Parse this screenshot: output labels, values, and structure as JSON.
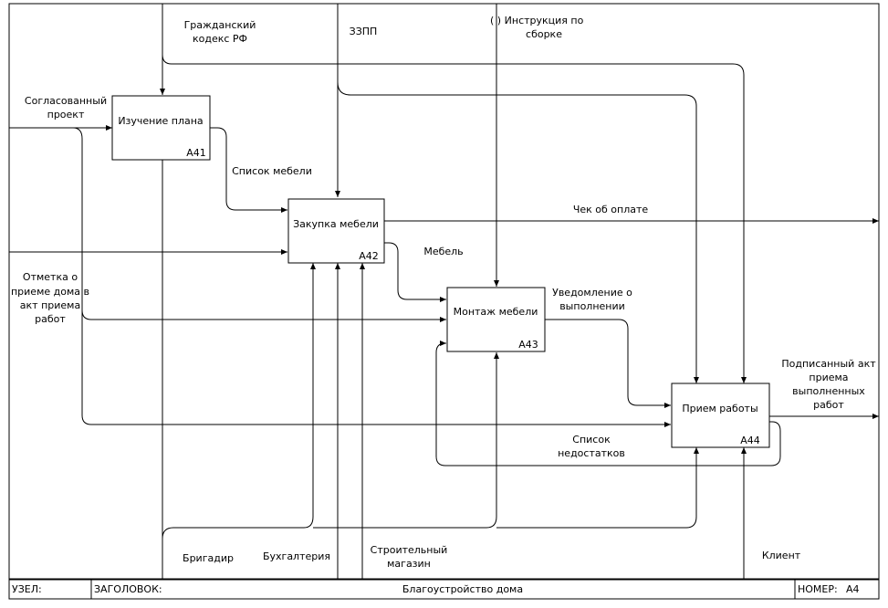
{
  "diagram": {
    "boxes": [
      {
        "id": "A41",
        "title": "Изучение плана",
        "code": "A41"
      },
      {
        "id": "A42",
        "title": "Закупка мебели",
        "code": "A42"
      },
      {
        "id": "A43",
        "title": "Монтаж мебели",
        "code": "A43"
      },
      {
        "id": "A44",
        "title": "Прием работы",
        "code": "A44"
      }
    ],
    "labels": {
      "civil_code": [
        "Гражданский",
        "кодекс РФ"
      ],
      "zzpp": "ЗЗПП",
      "parens": "(  )",
      "assembly": [
        "Инструкция по",
        "сборке"
      ],
      "agreed_project": [
        "Согласованный",
        "проект"
      ],
      "furniture_list": "Список мебели",
      "receipt": "Чек об оплате",
      "furniture": "Мебель",
      "acceptance_mark": [
        "Отметка о",
        "приеме дома в",
        "акт приема",
        "работ"
      ],
      "completion_notice": [
        "Уведомление о",
        "выполнении"
      ],
      "signed_act": [
        "Подписанный акт",
        "приема",
        "выполненных",
        "работ"
      ],
      "defects_list": [
        "Список",
        "недостатков"
      ],
      "foreman": "Бригадир",
      "accounting": "Бухгалтерия",
      "store": [
        "Строительный",
        "магазин"
      ],
      "client": "Клиент"
    }
  },
  "footer": {
    "node_label": "УЗЕЛ:",
    "title_label": "ЗАГОЛОВОК:",
    "title_value": "Благоустройство дома",
    "number_label": "НОМЕР:",
    "number_value": "A4"
  }
}
